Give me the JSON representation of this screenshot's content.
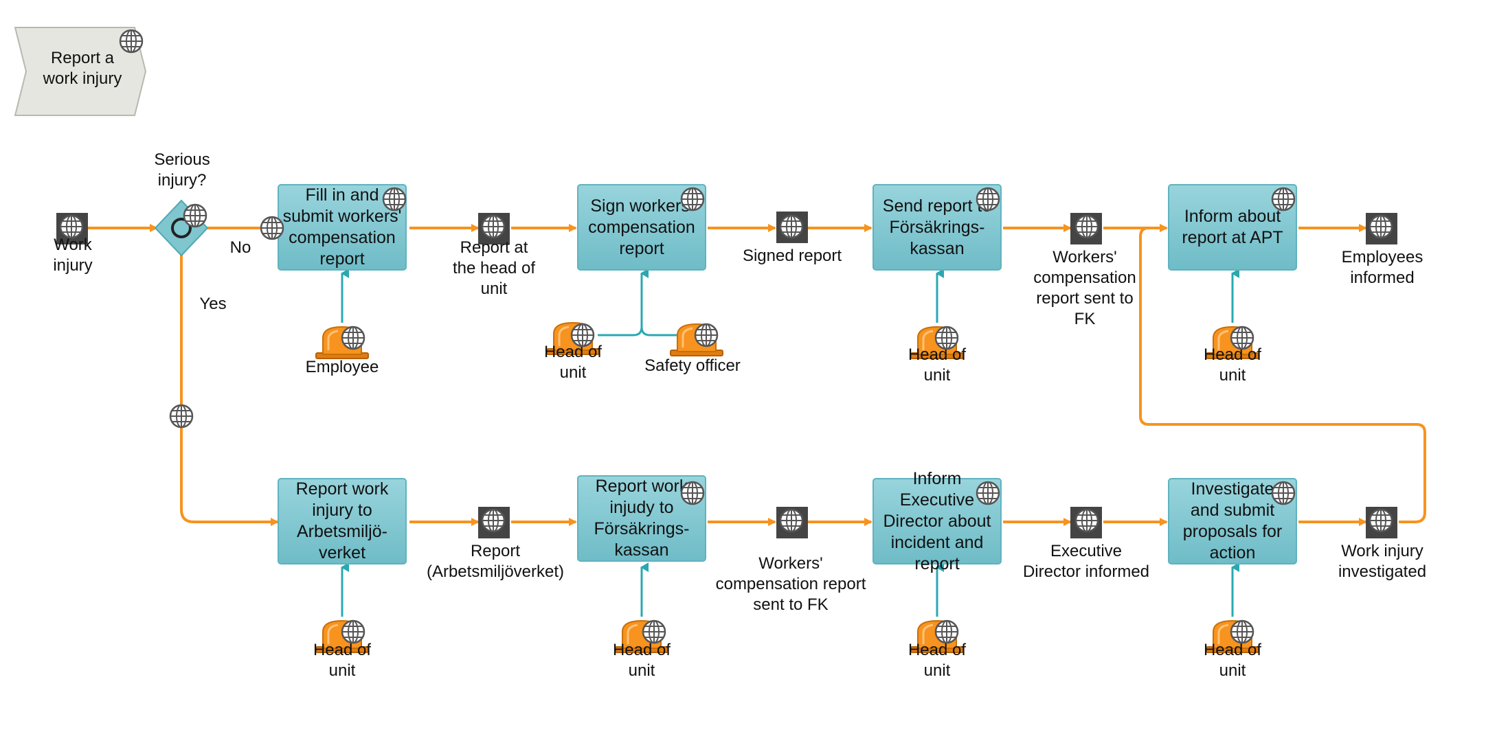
{
  "title": "Report a\nwork injury",
  "start_event": "Work\ninjury",
  "gateway": {
    "label": "Serious\ninjury?",
    "no": "No",
    "yes": "Yes"
  },
  "top_row": {
    "functions": [
      {
        "label": "Fill in and\nsubmit workers'\ncompensation\nreport",
        "roles": [
          "Employee"
        ]
      },
      {
        "label": "Sign workers'\ncompensation\nreport",
        "roles": [
          "Head of\nunit",
          "Safety officer"
        ]
      },
      {
        "label": "Send report to\nFörsäkrings-\nkassan",
        "roles": [
          "Head of\nunit"
        ]
      },
      {
        "label": "Inform about\nreport at APT",
        "roles": [
          "Head of\nunit"
        ]
      }
    ],
    "events": [
      "Report at\nthe head of\nunit",
      "Signed report",
      "Workers'\ncompensation\nreport sent to\nFK",
      "Employees\ninformed"
    ]
  },
  "bottom_row": {
    "functions": [
      {
        "label": "Report work\ninjury to\nArbetsmiljö-\nverket",
        "roles": [
          "Head of\nunit"
        ]
      },
      {
        "label": "Report work\ninjudy to\nFörsäkrings-\nkassan",
        "roles": [
          "Head of\nunit"
        ]
      },
      {
        "label": "Inform Executive\nDirector about\nincident and\nreport",
        "roles": [
          "Head of\nunit"
        ]
      },
      {
        "label": "Investigate\nand submit\nproposals for\naction",
        "roles": [
          "Head of\nunit"
        ]
      }
    ],
    "events": [
      "Report\n(Arbetsmiljöverket)",
      "Workers'\ncompensation report\nsent to FK",
      "Executive\nDirector informed",
      "Work injury\ninvestigated"
    ]
  },
  "colors": {
    "flow": "#f7931e",
    "function_fill": "#7fc6cf",
    "role_fill": "#f7931e",
    "assoc_line": "#2aa8b0",
    "event_fill": "#444444"
  },
  "icons": [
    "globe-icon",
    "role-hat-icon",
    "event-square-icon",
    "gateway-or-icon"
  ]
}
